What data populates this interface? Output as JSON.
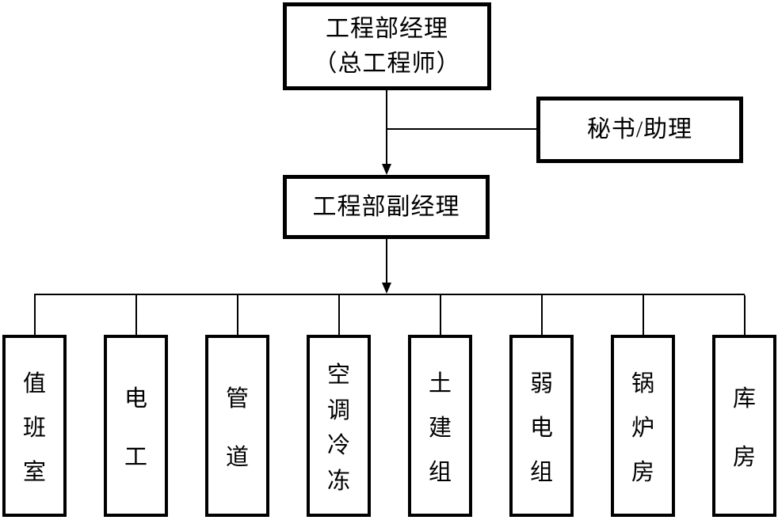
{
  "diagram": {
    "type": "org-chart",
    "colors": {
      "line": "#000000",
      "background": "#ffffff",
      "text": "#000000"
    },
    "nodes": {
      "manager": {
        "line1": "工程部经理",
        "line2": "（总工程师）"
      },
      "secretary": {
        "label": "秘书/助理"
      },
      "deputy": {
        "label": "工程部副经理"
      },
      "departments": [
        {
          "label": "值班室"
        },
        {
          "label": "电工"
        },
        {
          "label": "管道"
        },
        {
          "label": "空调冷冻"
        },
        {
          "label": "土建组"
        },
        {
          "label": "弱电组"
        },
        {
          "label": "锅炉房"
        },
        {
          "label": "库房"
        }
      ]
    }
  }
}
